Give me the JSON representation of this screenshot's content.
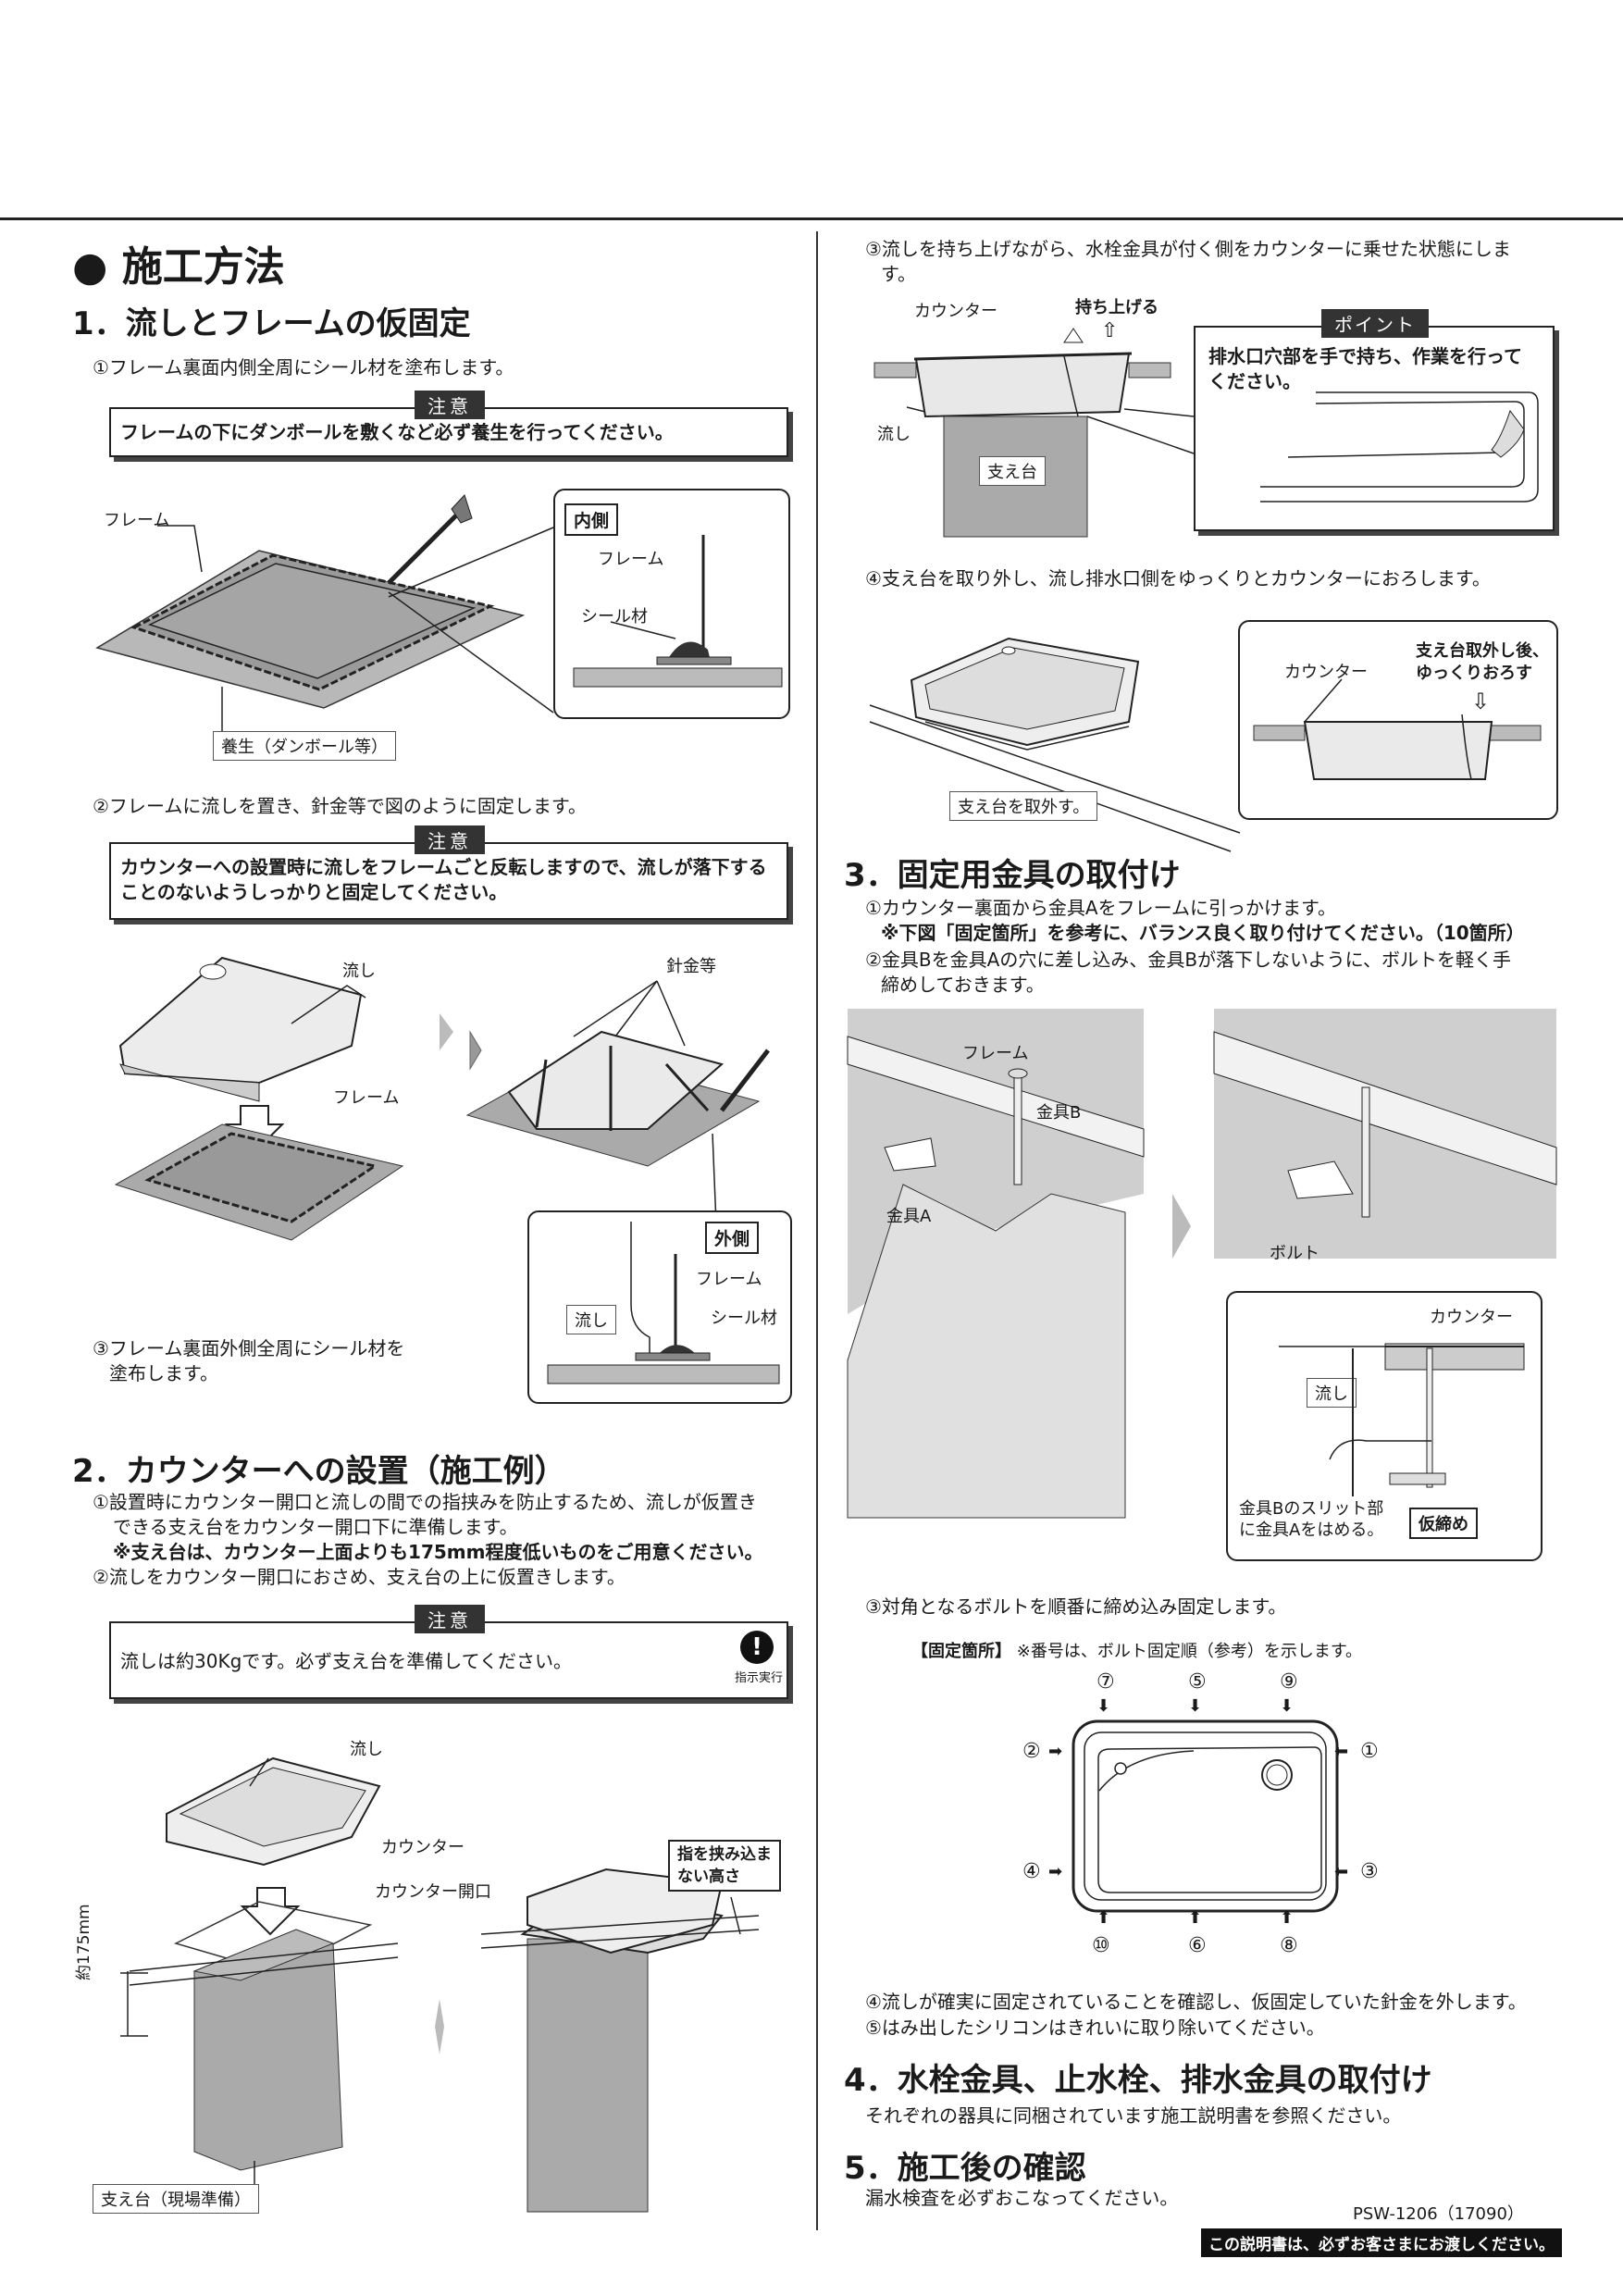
{
  "section_main": {
    "bullet": "●",
    "title": "施工方法"
  },
  "s1": {
    "title": "1．流しとフレームの仮固定",
    "step1": "①フレーム裏面内側全周にシール材を塗布します。",
    "caution_label": "注意",
    "caution1": "フレームの下にダンボールを敷くなど必ず養生を行ってください。",
    "fig1": {
      "frame": "フレーム",
      "protect": "養生（ダンボール等）",
      "inner_tag": "内側",
      "inner_frame": "フレーム",
      "inner_seal": "シール材"
    },
    "step2": "②フレームに流しを置き、針金等で図のように固定します。",
    "caution2": "カウンターへの設置時に流しをフレームごと反転しますので、流しが落下することのないようしっかりと固定してください。",
    "fig2": {
      "sink": "流し",
      "frame": "フレーム",
      "wire": "針金等",
      "outer_tag": "外側",
      "outer_frame": "フレーム",
      "outer_sink": "流し",
      "outer_seal": "シール材"
    },
    "step3_l1": "③フレーム裏面外側全周にシール材を",
    "step3_l2": "塗布します。"
  },
  "s2": {
    "title": "2．カウンターへの設置（施工例）",
    "step1_l1": "①設置時にカウンター開口と流しの間での指挟みを防止するため、流しが仮置き",
    "step1_l2": "できる支え台をカウンター開口下に準備します。",
    "step1_note": "※支え台は、カウンター上面よりも175mm程度低いものをご用意ください。",
    "step2": "②流しをカウンター開口におさめ、支え台の上に仮置きします。",
    "caution_label": "注意",
    "caution": "流しは約30Kgです。必ず支え台を準備してください。",
    "caution_icon_label": "指示実行",
    "fig": {
      "sink": "流し",
      "counter": "カウンター",
      "opening": "カウンター開口",
      "height": "約175mm",
      "stand": "支え台（現場準備）",
      "tag_l1": "指を挟み込ま",
      "tag_l2": "ない高さ"
    }
  },
  "r": {
    "step3_l1": "③流しを持ち上げながら、水栓金具が付く側をカウンターに乗せた状態にしま",
    "step3_l2": "す。",
    "fig3": {
      "counter": "カウンター",
      "lift": "持ち上げる",
      "sink": "流し",
      "stand": "支え台",
      "point_tag": "ポイント",
      "point_l1": "排水口穴部を手で持ち、作業を行って",
      "point_l2": "ください。"
    },
    "step4": "④支え台を取り外し、流し排水口側をゆっくりとカウンターにおろします。",
    "fig4": {
      "remove": "支え台を取外す。",
      "counter": "カウンター",
      "note_l1": "支え台取外し後、",
      "note_l2": "ゆっくりおろす"
    }
  },
  "s3": {
    "title": "3．固定用金具の取付け",
    "step1": "①カウンター裏面から金具Aをフレームに引っかけます。",
    "step1_note": "※下図「固定箇所」を参考に、バランス良く取り付けてください。（10箇所）",
    "step2_l1": "②金具Bを金具Aの穴に差し込み、金具Bが落下しないように、ボルトを軽く手",
    "step2_l2": "締めしておきます。",
    "fig": {
      "frame": "フレーム",
      "bracket_b": "金具B",
      "bracket_a": "金具A",
      "bolt": "ボルト",
      "counter": "カウンター",
      "sink": "流し",
      "slit_l1": "金具Bのスリット部",
      "slit_l2": "に金具Aをはめる。",
      "temp": "仮締め"
    },
    "step3": "③対角となるボルトを順番に締め込み固定します。",
    "fix_title": "【固定箇所】",
    "fix_note": "※番号は、ボルト固定順（参考）を示します。",
    "numbers": {
      "n1": "①",
      "n2": "②",
      "n3": "③",
      "n4": "④",
      "n5": "⑤",
      "n6": "⑥",
      "n7": "⑦",
      "n8": "⑧",
      "n9": "⑨",
      "n10": "⑩"
    },
    "step4": "④流しが確実に固定されていることを確認し、仮固定していた針金を外します。",
    "step5": "⑤はみ出したシリコンはきれいに取り除いてください。"
  },
  "s4": {
    "title": "4．水栓金具、止水栓、排水金具の取付け",
    "text": "それぞれの器具に同梱されています施工説明書を参照ください。"
  },
  "s5": {
    "title": "5．施工後の確認",
    "text": "漏水検査を必ずおこなってください。"
  },
  "footer": {
    "code": "PSW-1206（17090）",
    "notice": "この説明書は、必ずお客さまにお渡しください。"
  }
}
